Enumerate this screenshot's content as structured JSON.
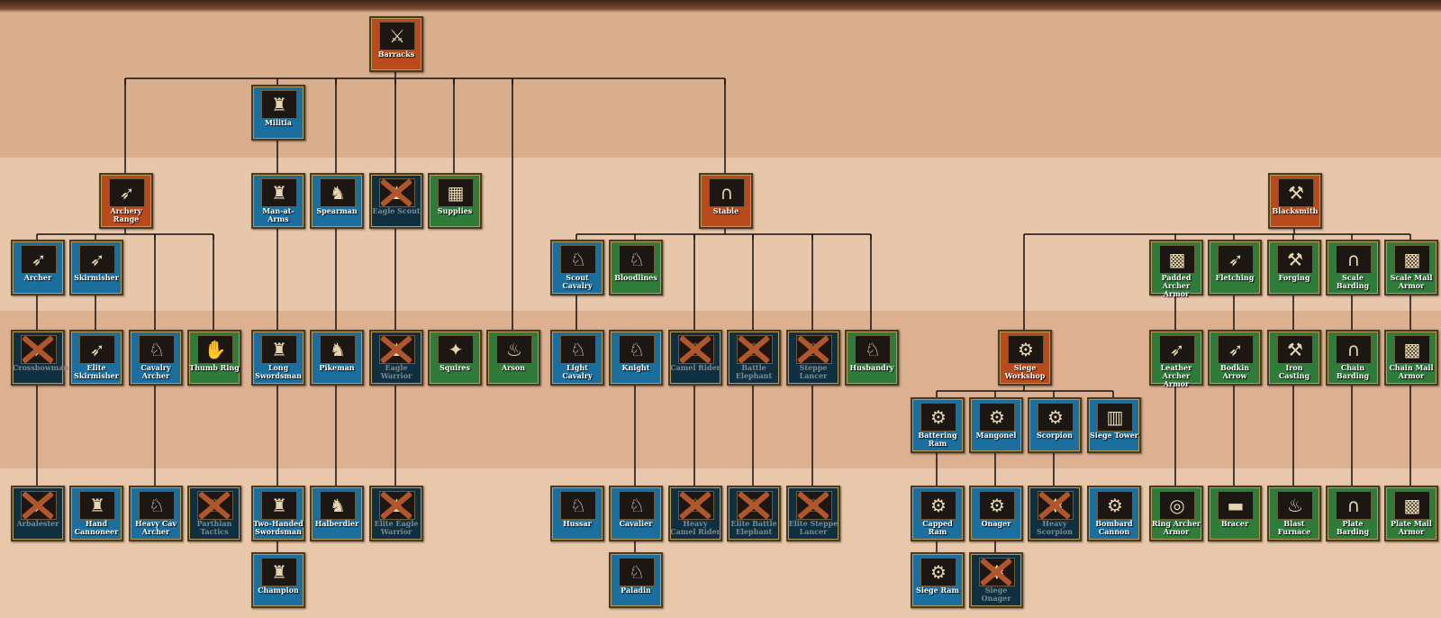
{
  "colors": {
    "unit": "#1a6f9e",
    "tech": "#2e7b3a",
    "building": "#b84a1c",
    "locked": "#0f3040",
    "line": "#111111"
  },
  "nodes": [
    {
      "id": "barracks",
      "label": "Barracks",
      "kind": "building",
      "icon": "⚔"
    },
    {
      "id": "militia",
      "label": "Militia",
      "kind": "unit",
      "icon": "♜"
    },
    {
      "id": "archery-range",
      "label": "Archery Range",
      "kind": "building",
      "icon": "➶"
    },
    {
      "id": "man-at-arms",
      "label": "Man-at-Arms",
      "kind": "unit",
      "icon": "♜"
    },
    {
      "id": "spearman",
      "label": "Spearman",
      "kind": "unit",
      "icon": "♞"
    },
    {
      "id": "eagle-scout",
      "label": "Eagle Scout",
      "kind": "locked",
      "icon": "♞"
    },
    {
      "id": "supplies",
      "label": "Supplies",
      "kind": "tech",
      "icon": "▦"
    },
    {
      "id": "stable",
      "label": "Stable",
      "kind": "building",
      "icon": "∩"
    },
    {
      "id": "blacksmith",
      "label": "Blacksmith",
      "kind": "building",
      "icon": "⚒"
    },
    {
      "id": "archer",
      "label": "Archer",
      "kind": "unit",
      "icon": "➶"
    },
    {
      "id": "skirmisher",
      "label": "Skirmisher",
      "kind": "unit",
      "icon": "➶"
    },
    {
      "id": "scout-cavalry",
      "label": "Scout Cavalry",
      "kind": "unit",
      "icon": "♘"
    },
    {
      "id": "bloodlines",
      "label": "Bloodlines",
      "kind": "tech",
      "icon": "♘"
    },
    {
      "id": "padded-archer-armor",
      "label": "Padded Archer Armor",
      "kind": "tech",
      "icon": "▩"
    },
    {
      "id": "fletching",
      "label": "Fletching",
      "kind": "tech",
      "icon": "➶"
    },
    {
      "id": "forging",
      "label": "Forging",
      "kind": "tech",
      "icon": "⚒"
    },
    {
      "id": "scale-barding",
      "label": "Scale Barding",
      "kind": "tech",
      "icon": "∩"
    },
    {
      "id": "scale-mail-armor",
      "label": "Scale Mail Armor",
      "kind": "tech",
      "icon": "▩"
    },
    {
      "id": "crossbowman",
      "label": "Crossbowman",
      "kind": "locked",
      "icon": "➶"
    },
    {
      "id": "elite-skirmisher",
      "label": "Elite Skirmisher",
      "kind": "unit",
      "icon": "➶"
    },
    {
      "id": "cavalry-archer",
      "label": "Cavalry Archer",
      "kind": "unit",
      "icon": "♘"
    },
    {
      "id": "thumb-ring",
      "label": "Thumb Ring",
      "kind": "tech",
      "icon": "✋"
    },
    {
      "id": "long-swordsman",
      "label": "Long Swordsman",
      "kind": "unit",
      "icon": "♜"
    },
    {
      "id": "pikeman",
      "label": "Pikeman",
      "kind": "unit",
      "icon": "♞"
    },
    {
      "id": "eagle-warrior",
      "label": "Eagle Warrior",
      "kind": "locked",
      "icon": "♞"
    },
    {
      "id": "squires",
      "label": "Squires",
      "kind": "tech",
      "icon": "✦"
    },
    {
      "id": "arson",
      "label": "Arson",
      "kind": "tech",
      "icon": "♨"
    },
    {
      "id": "light-cavalry",
      "label": "Light Cavalry",
      "kind": "unit",
      "icon": "♘"
    },
    {
      "id": "knight",
      "label": "Knight",
      "kind": "unit",
      "icon": "♘"
    },
    {
      "id": "camel-rider",
      "label": "Camel Rider",
      "kind": "locked",
      "icon": "♘"
    },
    {
      "id": "battle-elephant",
      "label": "Battle Elephant",
      "kind": "locked",
      "icon": "♘"
    },
    {
      "id": "steppe-lancer",
      "label": "Steppe Lancer",
      "kind": "locked",
      "icon": "♘"
    },
    {
      "id": "husbandry",
      "label": "Husbandry",
      "kind": "tech",
      "icon": "♘"
    },
    {
      "id": "siege-workshop",
      "label": "Siege Workshop",
      "kind": "building",
      "icon": "⚙"
    },
    {
      "id": "leather-archer-armor",
      "label": "Leather Archer Armor",
      "kind": "tech",
      "icon": "➶"
    },
    {
      "id": "bodkin-arrow",
      "label": "Bodkin Arrow",
      "kind": "tech",
      "icon": "➶"
    },
    {
      "id": "iron-casting",
      "label": "Iron Casting",
      "kind": "tech",
      "icon": "⚒"
    },
    {
      "id": "chain-barding",
      "label": "Chain Barding",
      "kind": "tech",
      "icon": "∩"
    },
    {
      "id": "chain-mail-armor",
      "label": "Chain Mail Armor",
      "kind": "tech",
      "icon": "▩"
    },
    {
      "id": "battering-ram",
      "label": "Battering Ram",
      "kind": "unit",
      "icon": "⚙"
    },
    {
      "id": "mangonel",
      "label": "Mangonel",
      "kind": "unit",
      "icon": "⚙"
    },
    {
      "id": "scorpion",
      "label": "Scorpion",
      "kind": "unit",
      "icon": "⚙"
    },
    {
      "id": "siege-tower",
      "label": "Siege Tower",
      "kind": "unit",
      "icon": "▥"
    },
    {
      "id": "arbalester",
      "label": "Arbalester",
      "kind": "locked",
      "icon": "➶"
    },
    {
      "id": "hand-cannoneer",
      "label": "Hand Cannoneer",
      "kind": "unit",
      "icon": "♜"
    },
    {
      "id": "heavy-cav-archer",
      "label": "Heavy Cav Archer",
      "kind": "unit",
      "icon": "♘"
    },
    {
      "id": "parthian-tactics",
      "label": "Parthian Tactics",
      "kind": "locked",
      "icon": "♘"
    },
    {
      "id": "two-handed-swordsman",
      "label": "Two-Handed Swordsman",
      "kind": "unit",
      "icon": "♜"
    },
    {
      "id": "halberdier",
      "label": "Halberdier",
      "kind": "unit",
      "icon": "♞"
    },
    {
      "id": "elite-eagle-warrior",
      "label": "Elite Eagle Warrior",
      "kind": "locked",
      "icon": "♞"
    },
    {
      "id": "hussar",
      "label": "Hussar",
      "kind": "unit",
      "icon": "♘"
    },
    {
      "id": "cavalier",
      "label": "Cavalier",
      "kind": "unit",
      "icon": "♘"
    },
    {
      "id": "heavy-camel-rider",
      "label": "Heavy Camel Rider",
      "kind": "locked",
      "icon": "♘"
    },
    {
      "id": "elite-battle-elephant",
      "label": "Elite Battle Elephant",
      "kind": "locked",
      "icon": "♘"
    },
    {
      "id": "elite-steppe-lancer",
      "label": "Elite Steppe Lancer",
      "kind": "locked",
      "icon": "♘"
    },
    {
      "id": "capped-ram",
      "label": "Capped Ram",
      "kind": "unit",
      "icon": "⚙"
    },
    {
      "id": "onager",
      "label": "Onager",
      "kind": "unit",
      "icon": "⚙"
    },
    {
      "id": "heavy-scorpion",
      "label": "Heavy Scorpion",
      "kind": "locked",
      "icon": "⚙"
    },
    {
      "id": "bombard-cannon",
      "label": "Bombard Cannon",
      "kind": "unit",
      "icon": "⚙"
    },
    {
      "id": "ring-archer-armor",
      "label": "Ring Archer Armor",
      "kind": "tech",
      "icon": "◎"
    },
    {
      "id": "bracer",
      "label": "Bracer",
      "kind": "tech",
      "icon": "▬"
    },
    {
      "id": "blast-furnace",
      "label": "Blast Furnace",
      "kind": "tech",
      "icon": "♨"
    },
    {
      "id": "plate-barding",
      "label": "Plate Barding",
      "kind": "tech",
      "icon": "∩"
    },
    {
      "id": "plate-mail-armor",
      "label": "Plate Mail Armor",
      "kind": "tech",
      "icon": "▩"
    },
    {
      "id": "champion",
      "label": "Champion",
      "kind": "unit",
      "icon": "♜"
    },
    {
      "id": "paladin",
      "label": "Paladin",
      "kind": "unit",
      "icon": "♘"
    },
    {
      "id": "siege-ram",
      "label": "Siege Ram",
      "kind": "unit",
      "icon": "⚙"
    },
    {
      "id": "siege-onager",
      "label": "Siege Onager",
      "kind": "locked",
      "icon": "⚙"
    }
  ]
}
